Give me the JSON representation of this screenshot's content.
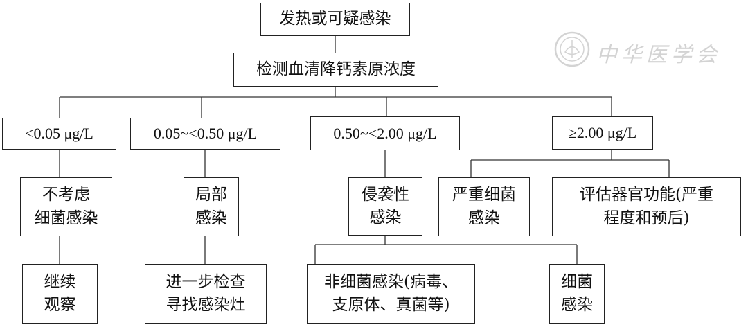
{
  "diagram": {
    "root": "发热或可疑感染",
    "test": "检测血清降钙素原浓度",
    "ranges": [
      "<0.05 μg/L",
      "0.05~<0.50 μg/L",
      "0.50~<2.00 μg/L",
      "≥2.00 μg/L"
    ],
    "no_bacterial": "不考虑\n细菌感染",
    "continue_observe": "继续\n观察",
    "local_infection": "局部\n感染",
    "further_exam": "进一步检查\n寻找感染灶",
    "invasive_infection": "侵袭性\n感染",
    "non_bacterial": "非细菌感染(病毒、\n支原体、真菌等)",
    "bacterial": "细菌\n感染",
    "severe_bacterial": "严重细菌\n感染",
    "organ_function": "评估器官功能(严重\n程度和预后)"
  },
  "watermark": {
    "text": "中华医学会",
    "colors": {
      "line": "#333333",
      "border": "#222222",
      "text": "#111111",
      "watermark": "#9a9a9a"
    }
  }
}
